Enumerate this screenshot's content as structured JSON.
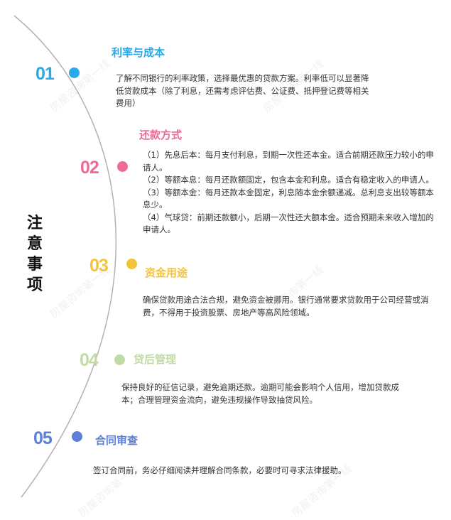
{
  "side_title": "注意事项",
  "colors": {
    "line": "#b2b2b2",
    "s1": "#29a9e8",
    "s2": "#ef6a95",
    "s3": "#f3c33c",
    "s4": "#c1dba5",
    "s5": "#5e7fd8",
    "text": "#333333"
  },
  "sections": [
    {
      "num": "01",
      "title": "利率与成本",
      "desc": "了解不同银行的利率政策，选择最优惠的贷款方案。利率低可以显著降低贷款成本（除了利息，还需考虑评估费、公证费、抵押登记费等相关费用）"
    },
    {
      "num": "02",
      "title": "还款方式",
      "items": [
        "（1）先息后本：每月支付利息，到期一次性还本金。适合前期还款压力较小的申请人。",
        "（2）等额本息：每月还款额固定，包含本金和利息。适合有稳定收入的申请人。",
        "（3）等额本金：每月还款本金固定，利息随本金余额递减。总利息支出较等额本息少。",
        "（4）气球贷：前期还款额小，后期一次性还大额本金。适合预期未来收入增加的申请人。"
      ]
    },
    {
      "num": "03",
      "title": "资金用途",
      "desc": "确保贷款用途合法合规，避免资金被挪用。银行通常要求贷款用于公司经营或消费，不得用于投资股票、房地产等高风险领域。"
    },
    {
      "num": "04",
      "title": "贷后管理",
      "desc": "保持良好的征信记录，避免逾期还款。逾期可能会影响个人信用，增加贷款成本；合理管理资金流向，避免违规操作导致抽贷风险。"
    },
    {
      "num": "05",
      "title": "合同审查",
      "desc": "签订合同前，务必仔细阅读并理解合同条款，必要时可寻求法律援助。"
    }
  ],
  "watermark": "房屋咨询第一线"
}
